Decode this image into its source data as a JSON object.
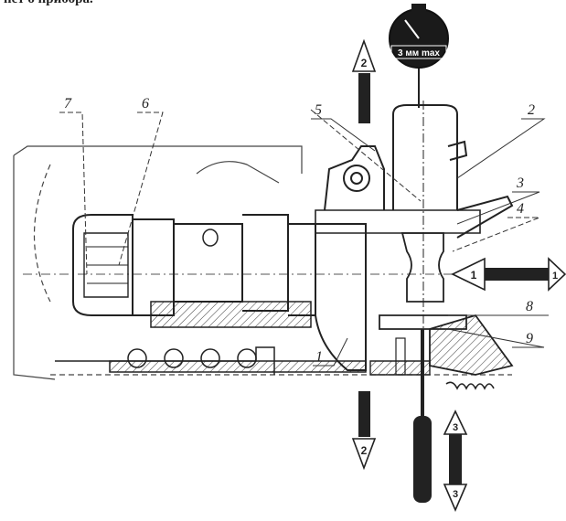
{
  "caption": "нет о прибора.",
  "gauge_label": "3 мм max",
  "callouts": [
    "1",
    "2",
    "3",
    "4",
    "5",
    "6",
    "7",
    "8",
    "9"
  ],
  "arrows": {
    "a1": "1",
    "a2": "2",
    "a3": "3"
  }
}
